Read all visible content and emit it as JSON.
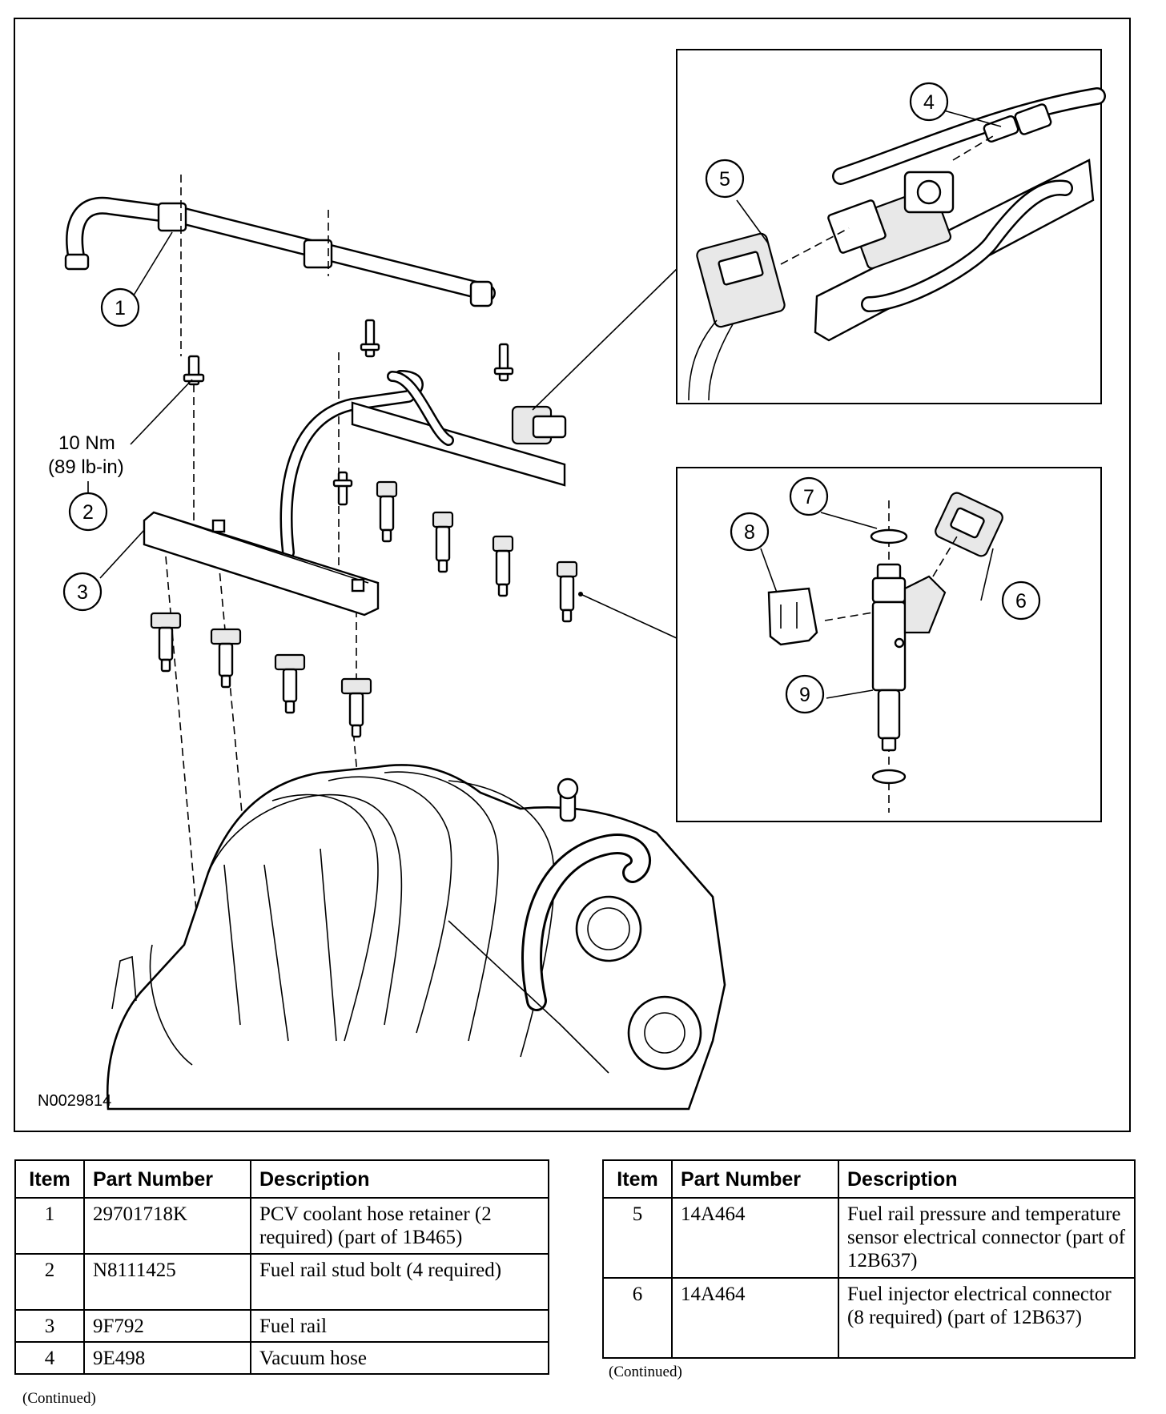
{
  "diagram": {
    "figure_id": "N0029814",
    "torque_nm": "10 Nm",
    "torque_lbin": "(89 lb-in)",
    "callouts": [
      "1",
      "2",
      "3",
      "4",
      "5",
      "6",
      "7",
      "8",
      "9"
    ]
  },
  "table_left": {
    "headers": {
      "item": "Item",
      "part_number": "Part Number",
      "description": "Description"
    },
    "rows": [
      {
        "item": "1",
        "part_number": "29701718K",
        "description": "PCV coolant hose retainer (2 required) (part of 1B465)"
      },
      {
        "item": "2",
        "part_number": "N8111425",
        "description": "Fuel rail stud bolt (4 required)"
      },
      {
        "item": "3",
        "part_number": "9F792",
        "description": "Fuel rail"
      },
      {
        "item": "4",
        "part_number": "9E498",
        "description": "Vacuum hose"
      }
    ],
    "continued": "(Continued)"
  },
  "table_right": {
    "headers": {
      "item": "Item",
      "part_number": "Part Number",
      "description": "Description"
    },
    "rows": [
      {
        "item": "5",
        "part_number": "14A464",
        "description": "Fuel rail pressure and temperature sensor electrical connector (part of 12B637)"
      },
      {
        "item": "6",
        "part_number": "14A464",
        "description": "Fuel injector electrical connector (8 required) (part of 12B637)"
      }
    ],
    "continued": "(Continued)"
  }
}
